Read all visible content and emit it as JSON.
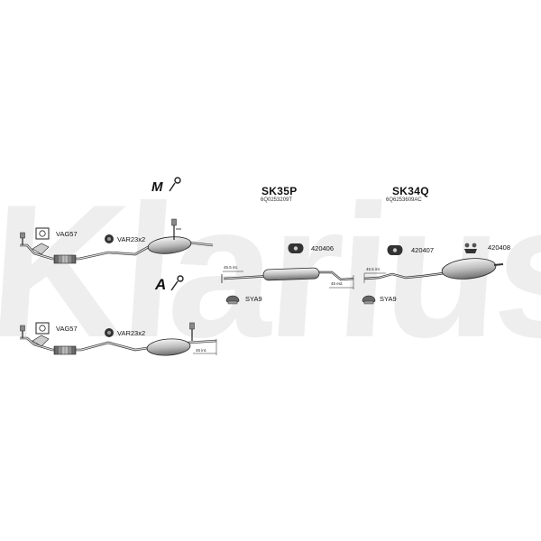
{
  "watermark": "Klarius",
  "logo_m": "M",
  "logo_a": "A",
  "kits": [
    {
      "code": "SK35P",
      "part": "6Q0253209T"
    },
    {
      "code": "SK34Q",
      "part": "6Q6253609AC"
    }
  ],
  "labels": {
    "vag_top": "VAG57",
    "var_top": "VAR23x2",
    "vag_bottom": "VAG57",
    "var_bottom": "VAR23x2",
    "p420406": "420406",
    "p420407": "420407",
    "p420408": "420408",
    "sya_mid": "SYA9",
    "sya_right": "SYA9",
    "dim_455_mid": "45.5 int.",
    "dim_45_ext": "45 ext.",
    "dim_455_right": "45.5 int.",
    "dim_45_int": "45 int."
  },
  "colors": {
    "line": "#222222",
    "watermark": "#eeeeee",
    "shade": "#aaaaaa"
  }
}
